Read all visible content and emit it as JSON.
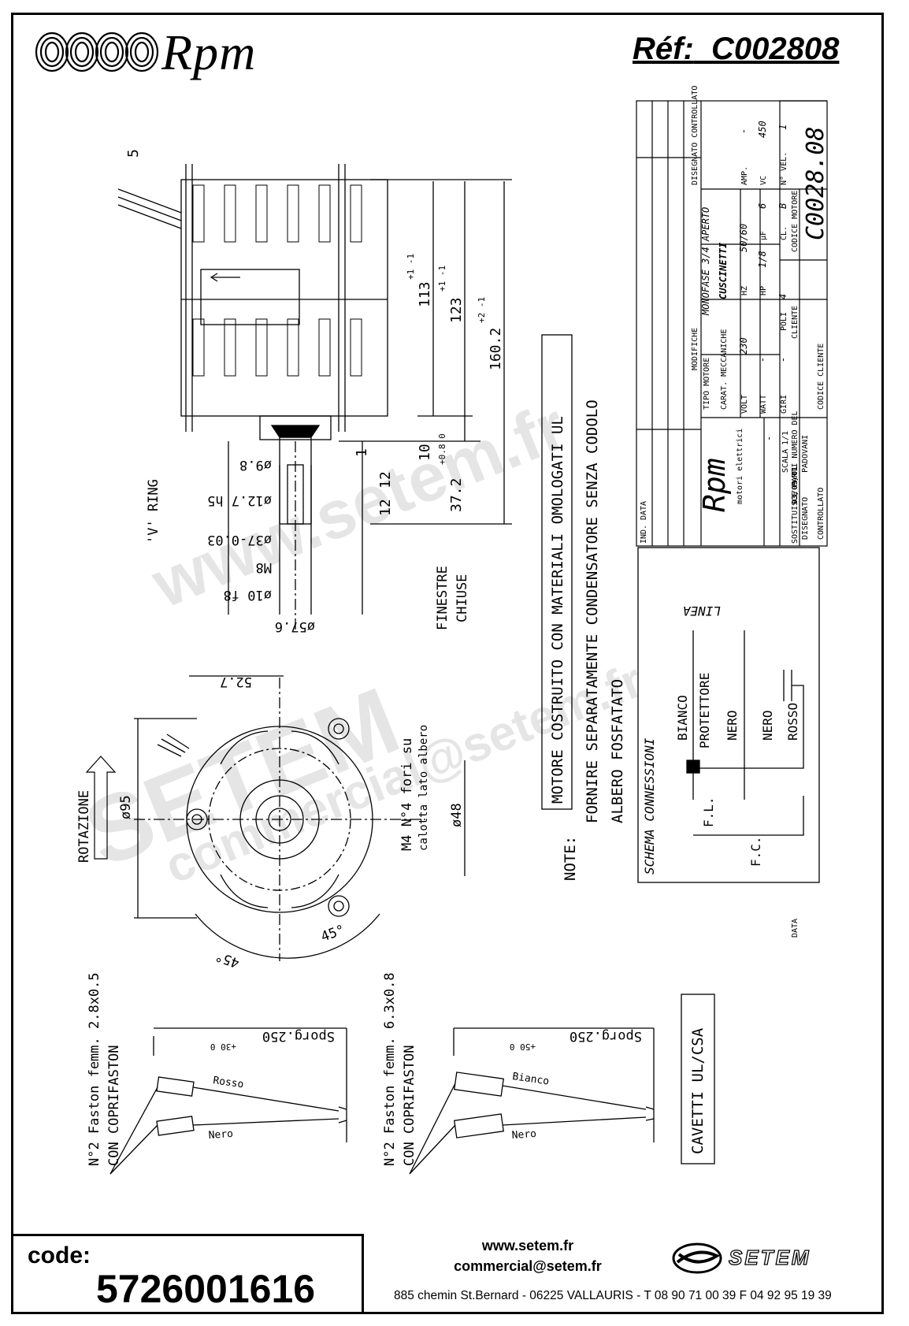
{
  "header": {
    "brand": "Rpm",
    "ref_label": "Réf:",
    "ref_value": "C002808"
  },
  "drawing": {
    "dims_vertical": [
      "5",
      "113",
      "123",
      "160.2",
      "10",
      "37.2",
      "12",
      "12",
      "1"
    ],
    "dims_tol": {
      "d113": "+1 -1",
      "d123": "+1 -1",
      "d160": "+2 -1",
      "d10": "+0.8 0"
    },
    "dims_shaft": [
      "ø9.8",
      "ø12.7 h5",
      "ø37-0.03",
      "M8",
      "ø10 f8",
      "ø57.6"
    ],
    "v_ring": "'V' RING",
    "finestre": [
      "FINESTRE",
      "CHIUSE"
    ],
    "front_dims": [
      "52.7",
      "ø95",
      "ø48",
      "45°",
      "45°"
    ],
    "rotazione": "ROTAZIONE",
    "holes": [
      "M4 N°4 fori su",
      "calotta lato albero"
    ],
    "notes_label": "NOTE:",
    "notes": [
      "MOTORE COSTRUITO CON MATERIALI OMOLOGATI UL",
      "FORNIRE SEPARATAMENTE CONDENSATORE SENZA CODOLO",
      "ALBERO FOSFATATO"
    ],
    "schema": {
      "title": "SCHEMA CONNESSIONI",
      "linea": "LINEA",
      "wires": [
        "BIANCO",
        "PROTETTORE",
        "NERO",
        "NERO",
        "ROSSO"
      ],
      "fl": "F.L.",
      "fc": "F.C."
    },
    "leads_left": {
      "label1": "N°2 Faston femm. 2.8x0.5",
      "label2": "CON COPRIFASTON",
      "dim": "Sporg.250",
      "tol": "+30 0",
      "wire1": "Rosso",
      "wire2": "Nero"
    },
    "leads_right": {
      "label1": "N°2 Faston femm. 6.3x0.8",
      "label2": "CON COPRIFASTON",
      "dim": "Sporg.250",
      "tol": "+50 0",
      "wire1": "Bianco",
      "wire2": "Nero"
    },
    "cavetti": "CAVETTI UL/CSA"
  },
  "title_block": {
    "disegnato_controllato": "DISEGNATO CONTROLLATO",
    "modifiche": "MODIFICHE",
    "tipo_motore_label": "TIPO MOTORE",
    "tipo_motore": "MONOFASE 3/4 APERTO",
    "carat_label": "CARAT. MECCANICHE",
    "carat": "CUSCINETTI",
    "volt_label": "VOLT",
    "volt": "230",
    "hz_label": "HZ",
    "hz": "50/60",
    "amp_label": "AMP.",
    "amp": "-",
    "watt_label": "WATT",
    "watt": "-",
    "hp_label": "HP",
    "hp": "1/8",
    "uf_label": "µF",
    "uf": "6",
    "vc_label": "VC",
    "vc": "450",
    "giri_label": "GIRI",
    "giri": "-",
    "poli_label": "POLI",
    "poli": "4",
    "cl_label": "CL.",
    "cl": "B",
    "nvel_label": "N° VEL.",
    "nvel": "1",
    "cliente_label": "CLIENTE",
    "codice_motore_label": "CODICE MOTORE",
    "codice_motore": "C0028.08",
    "codice_cliente_label": "CODICE CLIENTE",
    "brand": "Rpm",
    "brand_sub": "motori elettrici",
    "sostituisce": "SOSTITUISCE PARTI NUMERO DEL",
    "sostituisce_val": "-",
    "data_label": "DATA",
    "data": "03/09/01",
    "scala_label": "SCALA",
    "scala": "1/1",
    "disegnato_label": "DISEGNATO",
    "disegnato": "PADOVANI",
    "controllato_label": "CONTROLLATO",
    "ind_label": "IND.",
    "data2_label": "DATA"
  },
  "footer": {
    "code_label": "code:",
    "code_value": "5726001616",
    "web": "www.setem.fr",
    "email": "commercial@setem.fr",
    "address": "885 chemin St.Bernard  -  06225 VALLAURIS  -  T 08 90 71 00 39   F 04 92 95 19 39",
    "logo_text": "SETEM"
  },
  "watermark": {
    "line1": "www.setem.fr",
    "line2": "SETEM",
    "line3": "commercial@setem.fr"
  }
}
